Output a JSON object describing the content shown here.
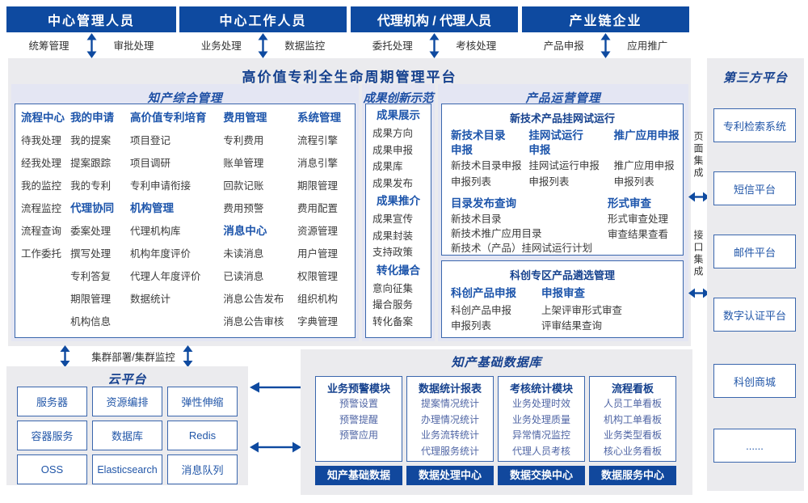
{
  "actors": [
    {
      "name": "中心管理人员",
      "left": "统筹管理",
      "right": "审批处理"
    },
    {
      "name": "中心工作人员",
      "left": "业务处理",
      "right": "数据监控"
    },
    {
      "name": "代理机构 / 代理人员",
      "left": "委托处理",
      "right": "考核处理"
    },
    {
      "name": "产业链企业",
      "left": "产品申报",
      "right": "应用推广"
    }
  ],
  "platform_title": "高价值专利全生命周期管理平台",
  "ip": {
    "title": "知产综合管理",
    "cols": [
      {
        "groups": [
          {
            "header": "流程中心",
            "items": [
              "待我处理",
              "经我处理",
              "我的监控",
              "流程监控",
              "流程查询",
              "工作委托"
            ]
          }
        ]
      },
      {
        "groups": [
          {
            "header": "我的申请",
            "items": [
              "我的提案",
              "提案跟踪",
              "我的专利"
            ]
          },
          {
            "header": "代理协同",
            "items": [
              "委案处理",
              "撰写处理",
              "专利答复",
              "期限管理",
              "机构信息"
            ]
          }
        ]
      },
      {
        "groups": [
          {
            "header": "高价值专利培育",
            "items": [
              "项目登记",
              "项目调研",
              "专利申请衔接"
            ]
          },
          {
            "header": "机构管理",
            "items": [
              "代理机构库",
              "机构年度评价",
              "代理人年度评价",
              "数据统计"
            ]
          }
        ]
      },
      {
        "groups": [
          {
            "header": "费用管理",
            "items": [
              "专利费用",
              "账单管理",
              "回款记账",
              "费用预警"
            ]
          },
          {
            "header": "消息中心",
            "items": [
              "未读消息",
              "已读消息",
              "消息公告发布",
              "消息公告审核"
            ]
          }
        ]
      },
      {
        "groups": [
          {
            "header": "系统管理",
            "items": [
              "流程引擎",
              "消息引擎",
              "期限管理",
              "费用配置",
              "资源管理",
              "用户管理",
              "权限管理",
              "组织机构",
              "字典管理"
            ]
          }
        ]
      }
    ]
  },
  "ach": {
    "title": "成果创新示范",
    "groups": [
      {
        "header": "成果展示",
        "items": [
          "成果方向",
          "成果申报",
          "成果库",
          "成果发布"
        ]
      },
      {
        "header": "成果推介",
        "items": [
          "成果宣传",
          "成果封装",
          "支持政策"
        ]
      },
      {
        "header": "转化撮合",
        "items": [
          "意向征集",
          "撮合服务",
          "转化备案"
        ]
      }
    ]
  },
  "prod": {
    "title": "产品运营管理",
    "trial": {
      "title": "新技术产品挂网试运行",
      "cols": [
        {
          "header": "新技术目录申报",
          "items": [
            "新技术目录申报",
            "申报列表"
          ]
        },
        {
          "header": "挂网试运行申报",
          "items": [
            "挂网试运行申报",
            "申报列表"
          ]
        },
        {
          "header": "推广应用申报",
          "items": [
            "推广应用申报",
            "申报列表"
          ]
        }
      ],
      "catalog": {
        "header": "目录发布查询",
        "items": [
          "新技术目录",
          "新技术推广应用目录",
          "新技术（产品）挂网试运行计划"
        ]
      },
      "review": {
        "header": "形式审查",
        "items": [
          "形式审查处理",
          "审查结果查看"
        ]
      }
    },
    "sel": {
      "title": "科创专区产品遴选管理",
      "cols": [
        {
          "header": "科创产品申报",
          "items": [
            "科创产品申报",
            "申报列表"
          ]
        },
        {
          "header": "申报审查",
          "items": [
            "上架评审形式审查",
            "评审结果查询"
          ]
        }
      ]
    }
  },
  "cluster_label": "集群部署/集群监控",
  "cloud": {
    "title": "云平台",
    "cells": [
      "服务器",
      "资源编排",
      "弹性伸缩",
      "容器服务",
      "数据库",
      "Redis",
      "OSS",
      "Elasticsearch",
      "消息队列"
    ]
  },
  "db": {
    "title": "知产基础数据库",
    "cols": [
      {
        "header": "业务预警模块",
        "items": [
          "预警设置",
          "预警提醒",
          "预警应用"
        ],
        "footer": "知产基础数据"
      },
      {
        "header": "数据统计报表",
        "items": [
          "提案情况统计",
          "办理情况统计",
          "业务流转统计",
          "代理服务统计"
        ],
        "footer": "数据处理中心"
      },
      {
        "header": "考核统计模块",
        "items": [
          "业务处理时效",
          "业务处理质量",
          "异常情况监控",
          "代理人员考核"
        ],
        "footer": "数据交换中心"
      },
      {
        "header": "流程看板",
        "items": [
          "人员工单看板",
          "机构工单看板",
          "业务类型看板",
          "核心业务看板"
        ],
        "footer": "数据服务中心"
      }
    ]
  },
  "third_party": {
    "title": "第三方平台",
    "items": [
      "专利检索系统",
      "短信平台",
      "邮件平台",
      "数字认证平台",
      "科创商城",
      "......"
    ]
  },
  "integration": {
    "page": "页面集成",
    "api": "接口集成"
  },
  "colors": {
    "primary_blue": "#0e4aa0",
    "navy_text": "#15418e",
    "link_blue": "#1d55ab",
    "lavender": "#e4e6f3",
    "panel_gray": "#ebebee",
    "item_gray": "#3b3b3b",
    "db_item_blue": "#5066a5",
    "cell_blue": "#2156a8",
    "dark_button": "#11489d"
  }
}
